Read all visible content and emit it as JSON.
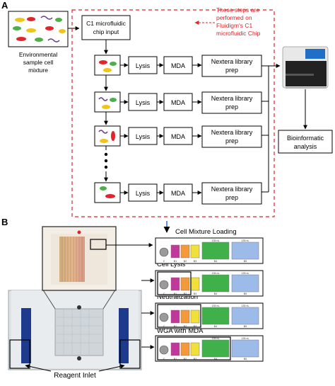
{
  "panel_a": {
    "label": "A",
    "env_caption": [
      "Environmental",
      "sample cell",
      "mixture"
    ],
    "chip_input": [
      "C1 microfluidic",
      "chip input"
    ],
    "note": [
      "These steps are",
      "performed on",
      "Fluidigm's C1",
      "microfluidic Chip"
    ],
    "rows": [
      {
        "lysis": "Lysis",
        "mda": "MDA",
        "prep": [
          "Nextera library",
          "prep"
        ]
      },
      {
        "lysis": "Lysis",
        "mda": "MDA",
        "prep": [
          "Nextera library",
          "prep"
        ]
      },
      {
        "lysis": "Lysis",
        "mda": "MDA",
        "prep": [
          "Nextera library",
          "prep"
        ]
      },
      {
        "lysis": "Lysis",
        "mda": "MDA",
        "prep": [
          "Nextera library",
          "prep"
        ]
      }
    ],
    "bioinformatic": [
      "Bioinformatic",
      "analysis"
    ],
    "colors": {
      "dashed": "#d9262b",
      "cell_red": "#e0252b",
      "cell_green": "#4daf48",
      "cell_yellow": "#f2c418",
      "cell_purple": "#6b3a8f",
      "screen_blue": "#1f6fc9"
    }
  },
  "panel_b": {
    "label": "B",
    "reagent_inlet": "Reagent Inlet",
    "steps": [
      {
        "title": "Cell Mixture Loading"
      },
      {
        "title": "Cell  Lysis"
      },
      {
        "title": "Neutralization"
      },
      {
        "title": "WGA with MDA"
      }
    ],
    "well_labels": [
      "C",
      "B1",
      "B2",
      "B3",
      "B4",
      "B5"
    ],
    "volume_labels": [
      "135 nL",
      "135 nL"
    ],
    "colors": {
      "magenta": "#c0399a",
      "orange": "#f29a3a",
      "yellow": "#f2e03a",
      "green": "#3fb04a",
      "blue": "#9dbbe8",
      "arrow_blue": "#2a6fd1"
    }
  }
}
